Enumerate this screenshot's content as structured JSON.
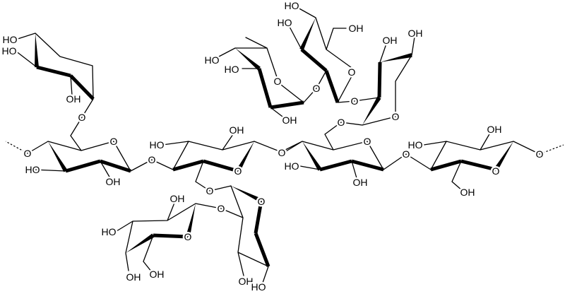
{
  "diagram": {
    "type": "chemical-structure",
    "colors": {
      "bond": "#000000",
      "background": "#ffffff"
    },
    "labels": [
      "HO",
      "HO",
      "OH",
      "O",
      "O",
      "O",
      "HO",
      "OH",
      "O",
      "HO",
      "OH",
      "O",
      "O",
      "O",
      "O",
      "O",
      "OH",
      "O",
      "HO",
      "OH",
      "OH",
      "OH",
      "HO",
      "HO",
      "HO",
      "O",
      "OH",
      "O",
      "HO",
      "HO",
      "OH",
      "O",
      "O",
      "OH",
      "OH",
      "O",
      "O",
      "O",
      "HO",
      "OH",
      "O",
      "HO",
      "OH",
      "O",
      "O",
      "OH"
    ]
  }
}
